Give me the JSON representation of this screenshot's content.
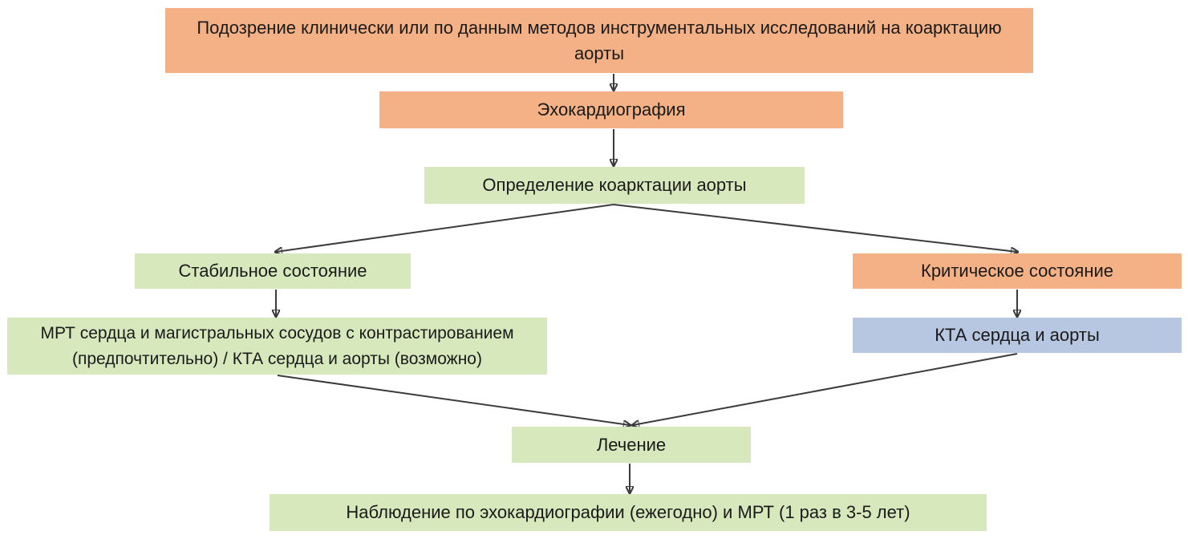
{
  "nodes": {
    "suspicion": "Подозрение клинически или по данным методов инструментальных исследований на коарктацию аорты",
    "echo": "Эхокардиография",
    "detect": "Определение коарктации аорты",
    "stable": "Стабильное состояние",
    "critical": "Критическое состояние",
    "mri": "МРТ сердца и магистральных сосудов с контрастированием (предпочтительно) / КТА сердца и аорты (возможно)",
    "kta": "КТА сердца и аорты",
    "treatment": "Лечение",
    "observation": "Наблюдение по эхокардиографии (ежегодно) и МРТ (1 раз в 3-5 лет)"
  },
  "colors": {
    "orange": "#f3b185",
    "green": "#d7e8bc",
    "blue": "#b7c7e2",
    "arrow": "#3b3b3b"
  },
  "edges": [
    {
      "from": "suspicion",
      "to": "echo"
    },
    {
      "from": "echo",
      "to": "detect"
    },
    {
      "from": "detect",
      "to": "stable"
    },
    {
      "from": "detect",
      "to": "critical"
    },
    {
      "from": "stable",
      "to": "mri"
    },
    {
      "from": "critical",
      "to": "kta"
    },
    {
      "from": "mri",
      "to": "treatment"
    },
    {
      "from": "kta",
      "to": "treatment"
    },
    {
      "from": "treatment",
      "to": "observation"
    }
  ]
}
